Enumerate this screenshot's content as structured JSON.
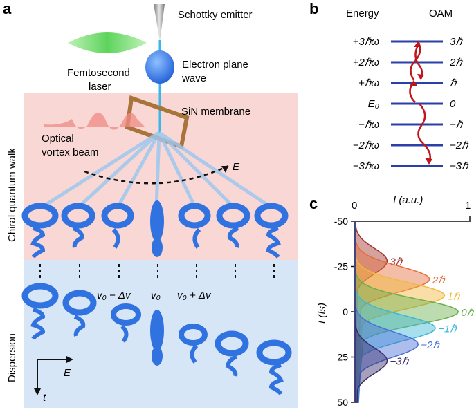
{
  "panels": {
    "a": {
      "letter": "a",
      "schottky_label": "Schottky emitter",
      "laser_label_line1": "Femtosecond",
      "laser_label_line2": "laser",
      "electron_label_line1": "Electron plane",
      "electron_label_line2": "wave",
      "membrane_label": "SiN membrane",
      "vortex_label_line1": "Optical",
      "vortex_label_line2": "vortex beam",
      "energy_arrow_label": "E",
      "side_label_top": "Chiral quantum walk",
      "side_label_bottom": "Dispersion",
      "velocity_labels": [
        "v₀ − Δv",
        "v₀",
        "v₀ + Δv"
      ],
      "axis_e_label": "E",
      "axis_t_label": "t",
      "colors": {
        "top_band": "#f8d7d4",
        "bottom_band": "#d6e6f6",
        "torus": "#2f72e0",
        "membrane": "#a8743a",
        "laser": "#6fd86a"
      }
    },
    "b": {
      "letter": "b",
      "energy_header": "Energy",
      "oam_header": "OAM",
      "levels": [
        {
          "energy": "+3ℏω",
          "oam": "3ℏ"
        },
        {
          "energy": "+2ℏω",
          "oam": "2ℏ"
        },
        {
          "energy": "+ℏω",
          "oam": "ℏ"
        },
        {
          "energy": "E₀",
          "oam": "0"
        },
        {
          "energy": "−ℏω",
          "oam": "−ℏ"
        },
        {
          "energy": "−2ℏω",
          "oam": "−2ℏ"
        },
        {
          "energy": "−3ℏω",
          "oam": "−3ℏ"
        }
      ],
      "colors": {
        "level_line": "#2b3fa8",
        "walk_arrow": "#c0161b"
      }
    },
    "c": {
      "letter": "c"
    }
  },
  "chart_data": {
    "type": "area",
    "xlabel": "I (a.u.)",
    "ylabel": "t (fs)",
    "xlim": [
      0,
      1
    ],
    "ylim": [
      -50,
      50
    ],
    "x_ticks": [
      "0",
      "1"
    ],
    "y_ticks": [
      "-50",
      "-25",
      "0",
      "25",
      "50"
    ],
    "series": [
      {
        "name": "3ℏ",
        "peak_time": -28,
        "peak_intensity": 0.28,
        "color": "#a0332c"
      },
      {
        "name": "2ℏ",
        "peak_time": -18,
        "peak_intensity": 0.65,
        "color": "#e56d3c"
      },
      {
        "name": "1ℏ",
        "peak_time": -9,
        "peak_intensity": 0.78,
        "color": "#f2b93b"
      },
      {
        "name": "0ℏ",
        "peak_time": 0,
        "peak_intensity": 0.9,
        "color": "#6ab04c"
      },
      {
        "name": "−1ℏ",
        "peak_time": 9,
        "peak_intensity": 0.7,
        "color": "#3cb7d6"
      },
      {
        "name": "−2ℏ",
        "peak_time": 18,
        "peak_intensity": 0.55,
        "color": "#4a6fd8"
      },
      {
        "name": "−3ℏ",
        "peak_time": 27,
        "peak_intensity": 0.28,
        "color": "#3a2d6a"
      }
    ]
  }
}
